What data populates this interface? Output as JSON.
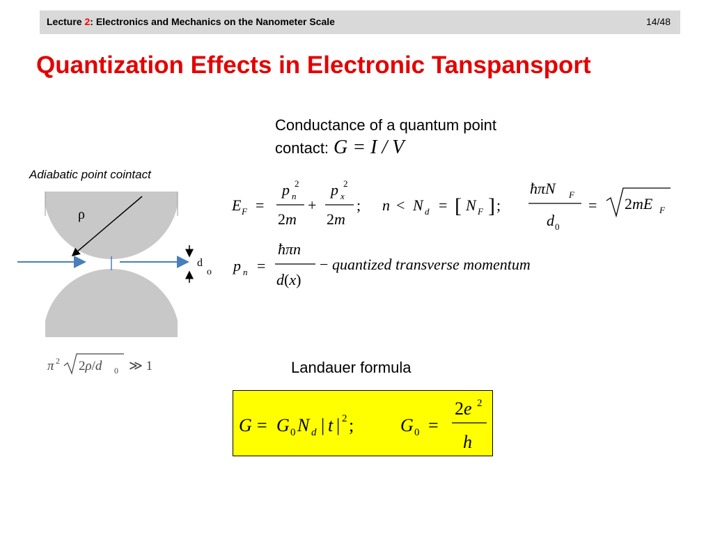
{
  "header": {
    "lecture_prefix": "Lecture ",
    "lecture_number": "2",
    "lecture_title": ": Electronics and Mechanics on the Nanometer Scale",
    "page": "14/48"
  },
  "slide": {
    "title": "Quantization Effects in Electronic Tanspansport",
    "conductance_line1": "Conductance of a quantum point",
    "conductance_line2": "contact:",
    "conductance_formula": "G = I / V",
    "adiabatic_label": "Adiabatic point cointact",
    "diagram_rho": "ρ",
    "diagram_d": "d",
    "diagram_o": "o",
    "condition": "π² √(2ρ/d₀) ≫ 1",
    "eq1": "E_F = p_n²/2m + p_x²/2m;   n < N_d = [N_F];   ħπN_F/d_0 = √(2mE_F)",
    "eq2": "p_n = ħπn/d(x) − quantized transverse momentum",
    "eq2_text": "quantized transverse momentum",
    "landauer_label": "Landauer formula",
    "landauer_formula": "G = G_0 N_d |t|²;   G_0 = 2e²/h"
  },
  "colors": {
    "title": "#e30000",
    "header_bg": "#d9d9d9",
    "box_bg": "#ffff00",
    "arrow": "#4a7ebb",
    "gray_shape": "#c8c8c8"
  }
}
